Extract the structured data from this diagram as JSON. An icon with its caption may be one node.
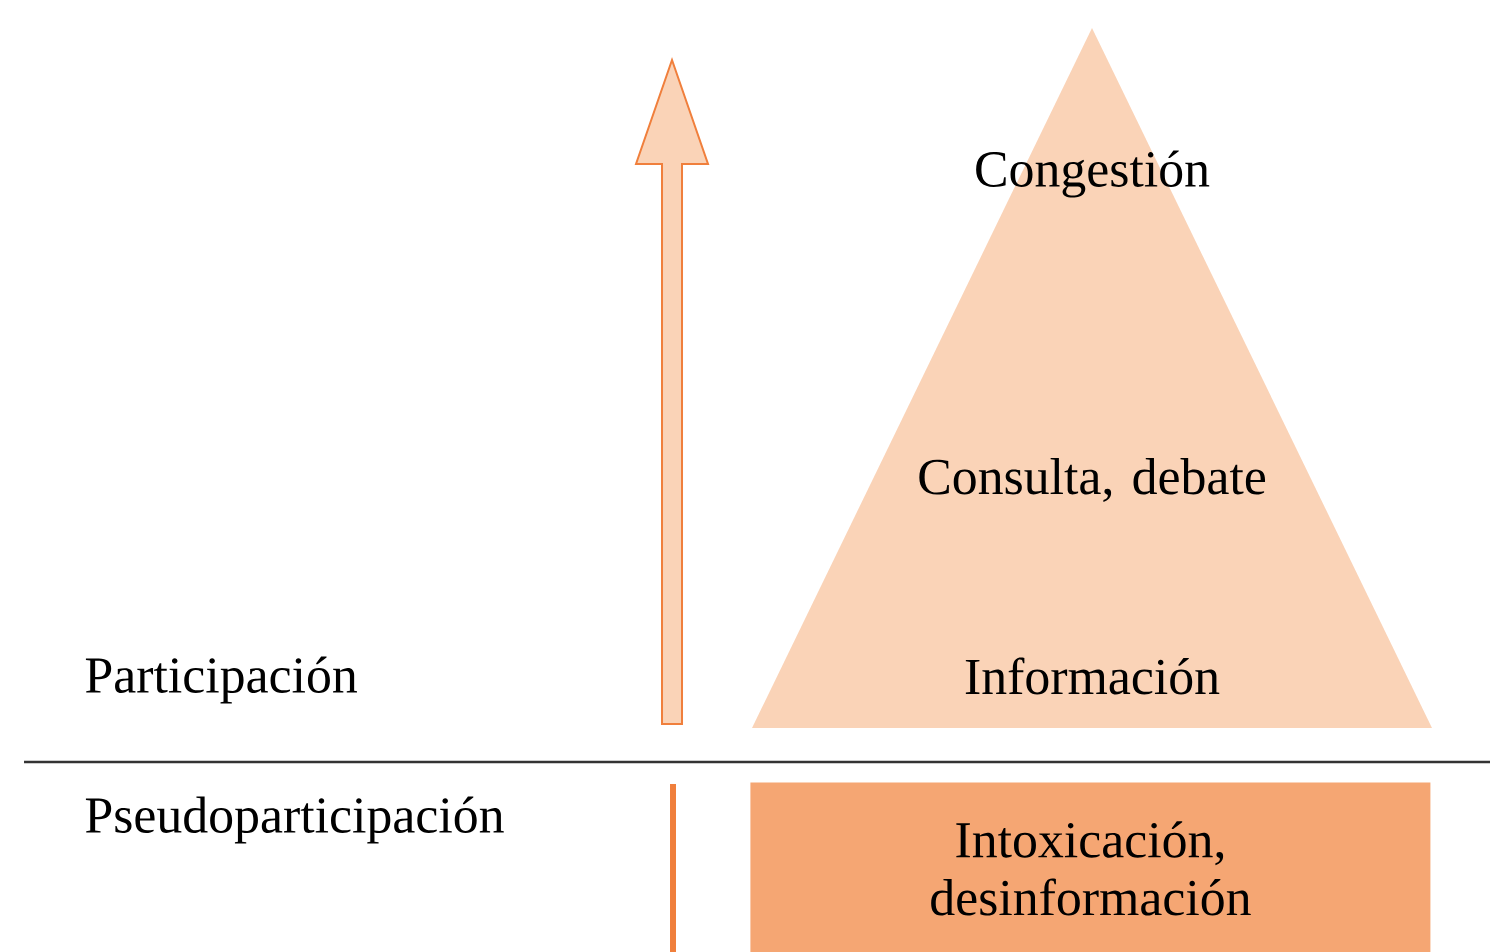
{
  "diagram": {
    "nodes": [
      {
        "text": [
          "Congestión",
          "Consulta, debate",
          "Información"
        ]
      },
      {
        "text": [
          "Intoxicación, desinformación"
        ]
      }
    ],
    "labels": [
      "Participación",
      "Pseudoparticipación"
    ]
  }
}
